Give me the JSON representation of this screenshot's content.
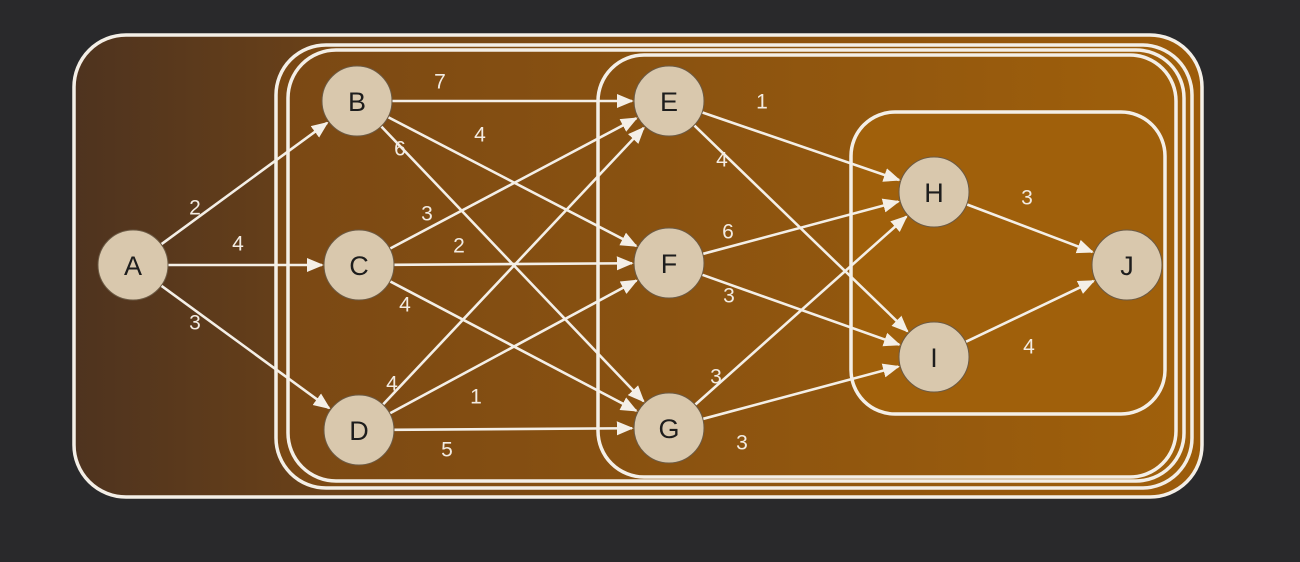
{
  "colors": {
    "background": "#29292b",
    "outer_region": "#5b3a1f",
    "region_fill": "#9a5a0a",
    "stroke": "#f4efe7",
    "node_fill": "#d9c8ad",
    "node_text": "#1d1d1d",
    "label_text": "#f3ece3"
  },
  "nodes": [
    {
      "id": "A",
      "label": "A"
    },
    {
      "id": "B",
      "label": "B"
    },
    {
      "id": "C",
      "label": "C"
    },
    {
      "id": "D",
      "label": "D"
    },
    {
      "id": "E",
      "label": "E"
    },
    {
      "id": "F",
      "label": "F"
    },
    {
      "id": "G",
      "label": "G"
    },
    {
      "id": "H",
      "label": "H"
    },
    {
      "id": "I",
      "label": "I"
    },
    {
      "id": "J",
      "label": "J"
    }
  ],
  "edges": [
    {
      "from": "A",
      "to": "B",
      "weight": "2"
    },
    {
      "from": "A",
      "to": "C",
      "weight": "4"
    },
    {
      "from": "A",
      "to": "D",
      "weight": "3"
    },
    {
      "from": "B",
      "to": "E",
      "weight": "7"
    },
    {
      "from": "B",
      "to": "F",
      "weight": "4"
    },
    {
      "from": "B",
      "to": "G",
      "weight": "6"
    },
    {
      "from": "C",
      "to": "E",
      "weight": "3"
    },
    {
      "from": "C",
      "to": "F",
      "weight": "2"
    },
    {
      "from": "C",
      "to": "G",
      "weight": "4"
    },
    {
      "from": "D",
      "to": "E",
      "weight": "4"
    },
    {
      "from": "D",
      "to": "F",
      "weight": "1"
    },
    {
      "from": "D",
      "to": "G",
      "weight": "5"
    },
    {
      "from": "E",
      "to": "H",
      "weight": "1"
    },
    {
      "from": "E",
      "to": "I",
      "weight": "4"
    },
    {
      "from": "F",
      "to": "H",
      "weight": "6"
    },
    {
      "from": "F",
      "to": "I",
      "weight": "3"
    },
    {
      "from": "G",
      "to": "H",
      "weight": "3"
    },
    {
      "from": "G",
      "to": "I",
      "weight": "3"
    },
    {
      "from": "H",
      "to": "J",
      "weight": "3"
    },
    {
      "from": "I",
      "to": "J",
      "weight": "4"
    }
  ]
}
